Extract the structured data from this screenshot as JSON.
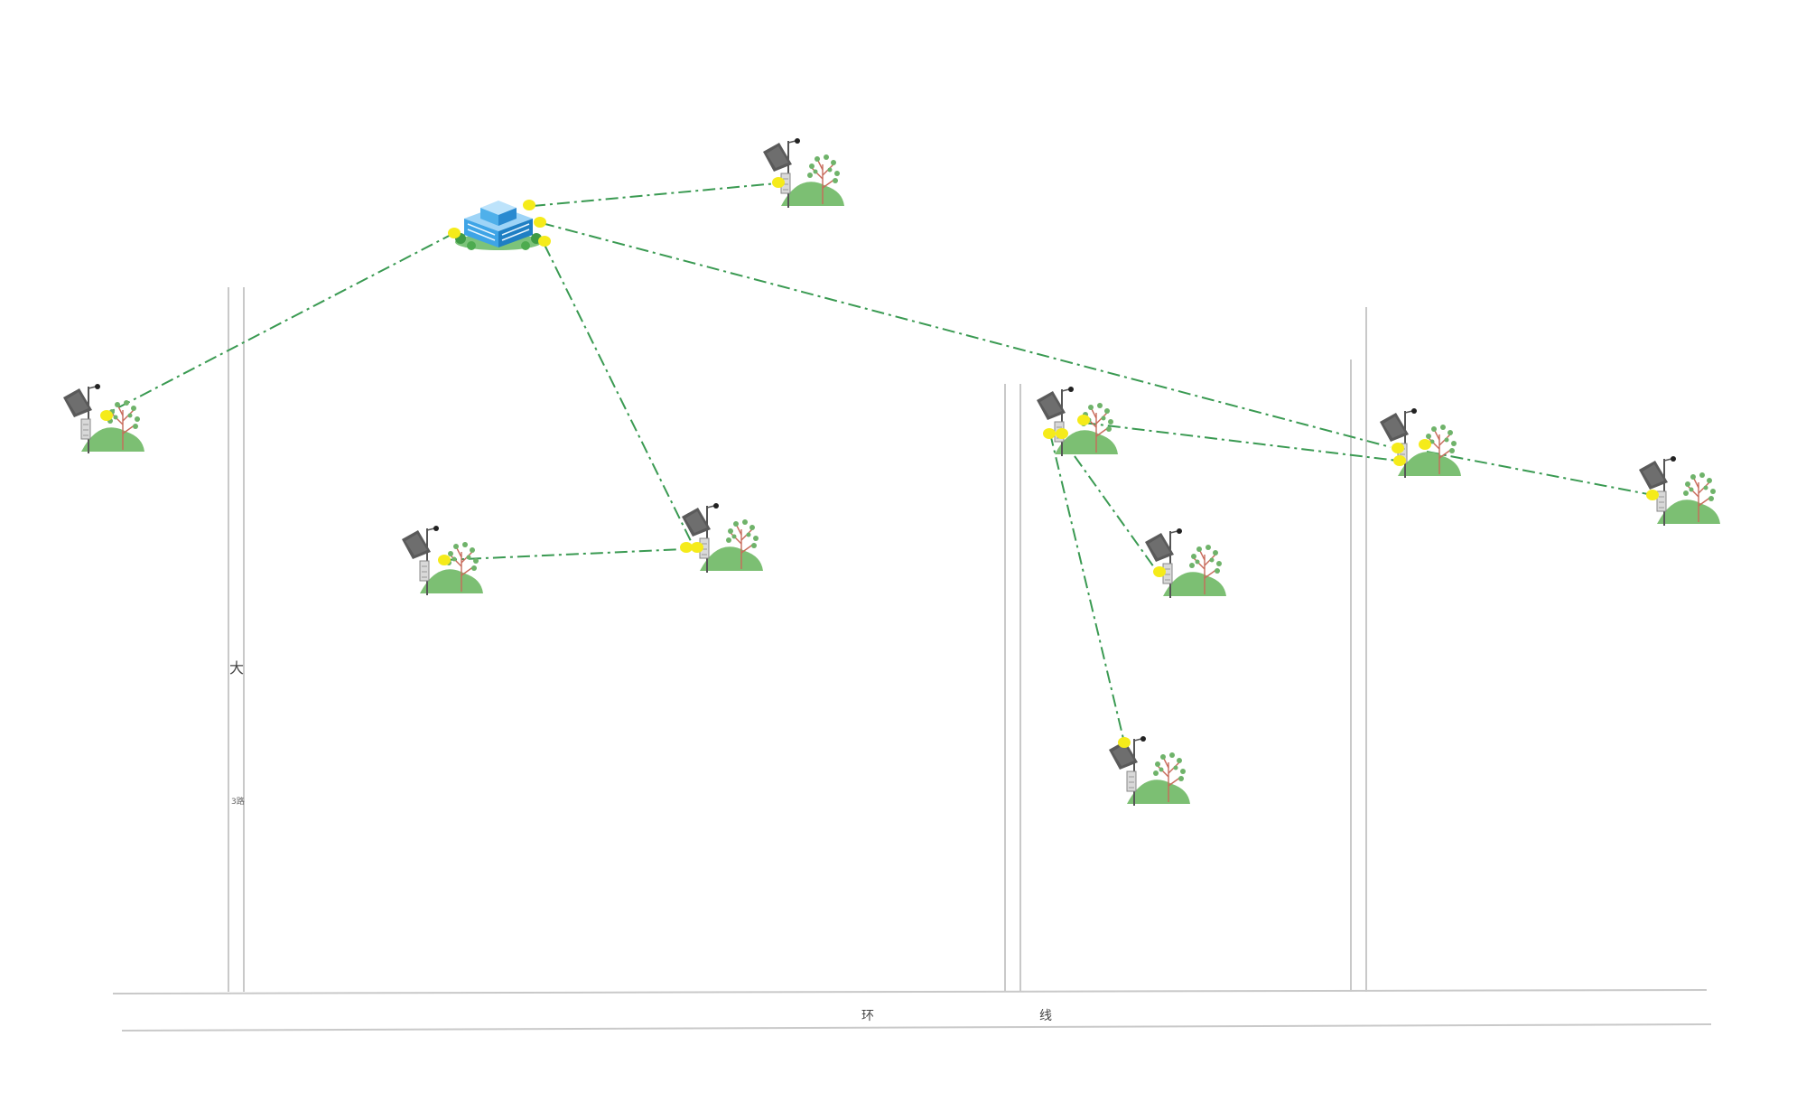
{
  "colors": {
    "background": "#ffffff",
    "road_line": "#c9c9c9",
    "link_line": "#3a9a52",
    "connector_dot": "#f5eb1a",
    "building": "#3ea4e6",
    "hill": "#7cbf73",
    "tree": "#c86a5a",
    "station_post": "#555555"
  },
  "roads": {
    "vertical_label": "大",
    "vertical_number": "3路",
    "horizontal_label_1": "环",
    "horizontal_label_2": "线"
  },
  "icons": {
    "hub": "office-building-icon",
    "station": "monitoring-station-icon"
  },
  "nodes": [
    {
      "id": "hub",
      "kind": "office-building-icon"
    },
    {
      "id": "s1",
      "kind": "monitoring-station-icon"
    },
    {
      "id": "s2",
      "kind": "monitoring-station-icon"
    },
    {
      "id": "s3",
      "kind": "monitoring-station-icon"
    },
    {
      "id": "s4",
      "kind": "monitoring-station-icon"
    },
    {
      "id": "s5",
      "kind": "monitoring-station-icon"
    },
    {
      "id": "s6",
      "kind": "monitoring-station-icon"
    },
    {
      "id": "s7",
      "kind": "monitoring-station-icon"
    },
    {
      "id": "s8",
      "kind": "monitoring-station-icon"
    },
    {
      "id": "s9",
      "kind": "monitoring-station-icon"
    }
  ],
  "links": [
    {
      "from": "hub",
      "to": "s1"
    },
    {
      "from": "hub",
      "to": "s2"
    },
    {
      "from": "hub",
      "to": "s4"
    },
    {
      "from": "hub",
      "to": "s7"
    },
    {
      "from": "s3",
      "to": "s4"
    },
    {
      "from": "s5",
      "to": "s7"
    },
    {
      "from": "s5",
      "to": "s6"
    },
    {
      "from": "s5",
      "to": "s9"
    },
    {
      "from": "s7",
      "to": "s8"
    }
  ]
}
